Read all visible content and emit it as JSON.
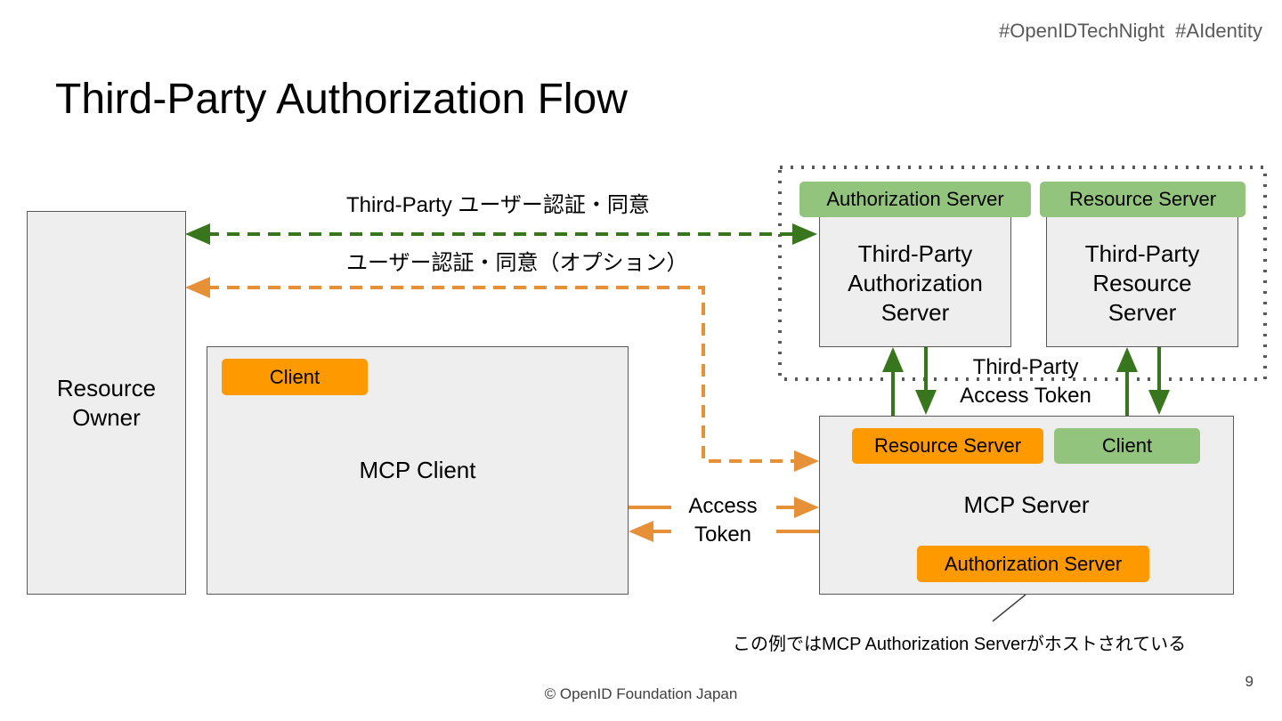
{
  "header": {
    "hashtags": "#OpenIDTechNight  #AIdentity"
  },
  "title": "Third-Party Authorization Flow",
  "boxes": {
    "resource_owner": "Resource\nOwner",
    "mcp_client": "MCP Client",
    "mcp_server": "MCP Server",
    "tp_auth_server": "Third-Party\nAuthorization\nServer",
    "tp_resource_server": "Third-Party\nResource\nServer"
  },
  "tags": {
    "client": "Client",
    "mcp_resource_server": "Resource Server",
    "mcp_client_role": "Client",
    "mcp_authorization_server": "Authorization Server",
    "tp_authorization_server": "Authorization Server",
    "tp_resource_server": "Resource Server"
  },
  "labels": {
    "tp_user_auth": "Third-Party ユーザー認証・同意",
    "user_auth_optional": "ユーザー認証・同意（オプション）",
    "tp_access_token": "Third-Party\nAccess Token",
    "access_token": "Access\nToken",
    "hosted_note": "この例ではMCP Authorization Serverがホストされている"
  },
  "colors": {
    "green": "#38761d",
    "orange": "#e69138",
    "green_tag": "#93c47d",
    "orange_tag": "#ff9900",
    "box_fill": "#eeeeee"
  },
  "footer": "© OpenID Foundation Japan",
  "page_number": "9"
}
